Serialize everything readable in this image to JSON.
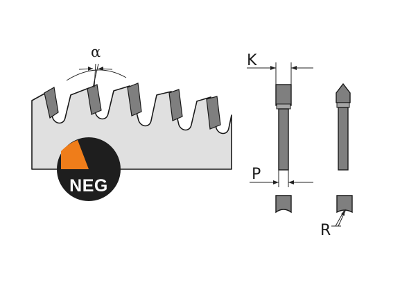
{
  "labels": {
    "rake_angle": "α",
    "kerf_width": "K",
    "plate_thickness": "P",
    "radius": "R"
  },
  "badge": {
    "text": "NEG"
  },
  "colors": {
    "blade_body": "#e0e0e0",
    "tooth_tip": "#7f7f7f",
    "tooth_tip_light": "#a6a6a6",
    "outline": "#1a1a1a",
    "badge_dark": "#1e1e1e",
    "badge_accent": "#ef7d1a"
  }
}
